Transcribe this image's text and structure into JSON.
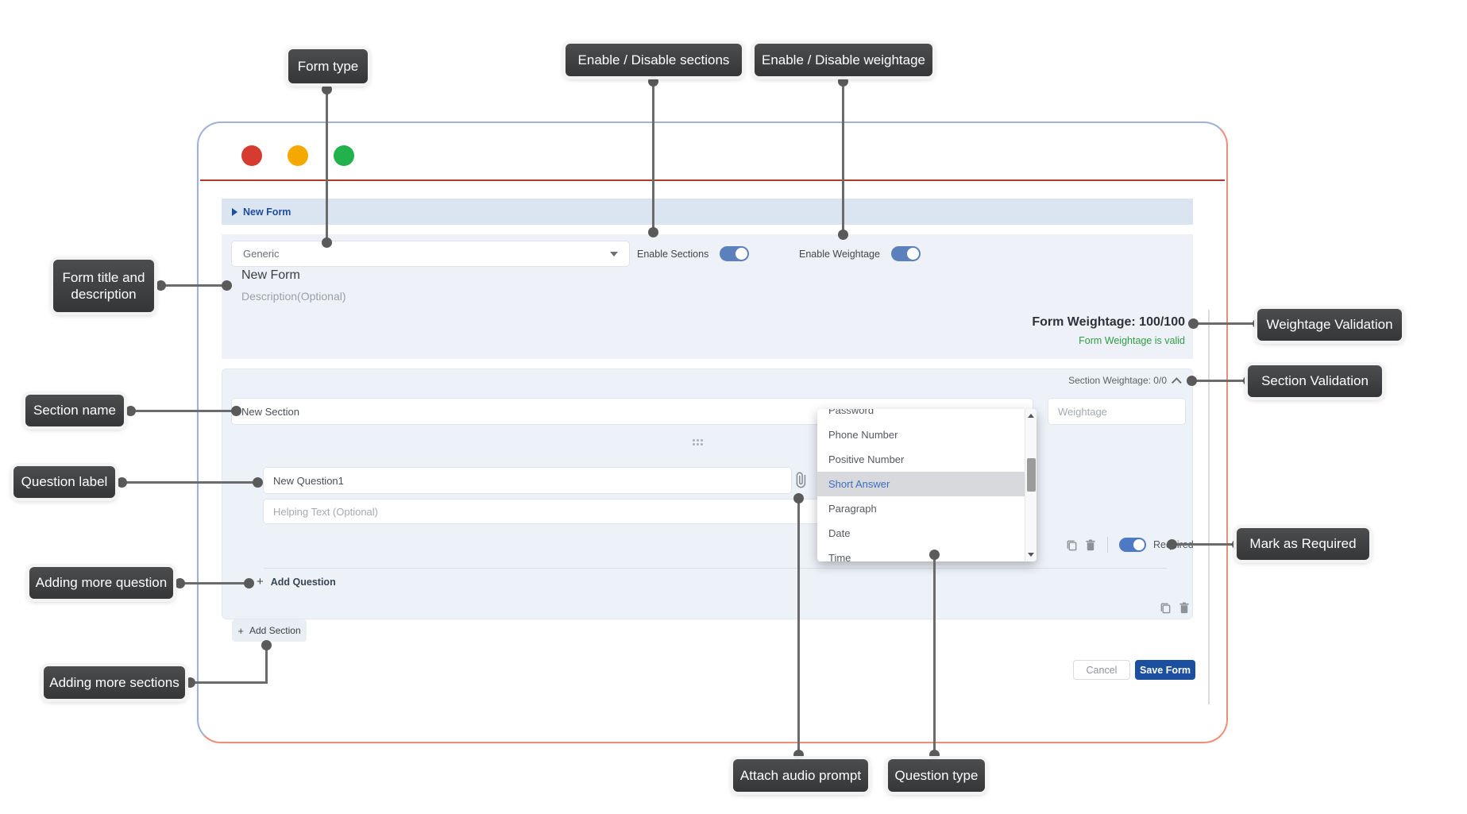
{
  "window": {
    "breadcrumb": "New Form",
    "traffic_lights": [
      "close",
      "minimize",
      "expand"
    ]
  },
  "form": {
    "type_value": "Generic",
    "enable_sections_label": "Enable Sections",
    "enable_sections_on": true,
    "enable_weightage_label": "Enable Weightage",
    "enable_weightage_on": true,
    "title_value": "New Form",
    "description_placeholder": "Description(Optional)",
    "weightage_text": "Form Weightage: 100/100",
    "weightage_status": "Form Weightage is valid"
  },
  "section": {
    "weightage_text": "Section Weightage: 0/0",
    "name_value": "New Section",
    "weightage_placeholder": "Weightage",
    "add_question_plus": "+",
    "add_question_label": "Add Question",
    "add_section_plus": "+",
    "add_section_label": "Add Section"
  },
  "question": {
    "label_value": "New Question1",
    "helping_placeholder": "Helping Text (Optional)",
    "required_label": "Required",
    "required_on": true
  },
  "dropdown": {
    "items": [
      "Password",
      "Phone Number",
      "Positive Number",
      "Short Answer",
      "Paragraph",
      "Date",
      "Time"
    ],
    "selected": "Short Answer"
  },
  "actions": {
    "cancel_label": "Cancel",
    "save_label": "Save Form"
  },
  "callouts": {
    "form_type": "Form type",
    "enable_disable_sections": "Enable / Disable sections",
    "enable_disable_weightage": "Enable / Disable weightage",
    "form_title_and_description": "Form title and description",
    "weightage_validation": "Weightage Validation",
    "section_validation": "Section Validation",
    "section_name": "Section name",
    "question_label": "Question label",
    "mark_as_required": "Mark as Required",
    "adding_more_question": "Adding more question",
    "adding_more_sections": "Adding more sections",
    "attach_audio_prompt": "Attach audio prompt",
    "question_type": "Question type"
  },
  "icons": {
    "breadcrumb_arrow": "triangle-right",
    "dropdown_caret": "caret-down",
    "grip": "drag-dots",
    "paperclip": "attachment",
    "copy": "duplicate",
    "trash": "delete",
    "chevron_up": "collapse",
    "scrollbar": "up-down-arrows"
  },
  "colors": {
    "traffic_red": "#d63b2f",
    "traffic_yellow": "#f5a800",
    "traffic_green": "#23b14d",
    "accent_blue": "#1d4e9b",
    "toggle_blue": "#5b80bb",
    "save_blue": "#1c4f9f",
    "valid_green": "#2f9e44",
    "selected_item_blue": "#3e6ec2",
    "callout_bg": "#3c3e40",
    "window_border_top": "#9fb2d4",
    "window_border_bottom": "#e9907a"
  }
}
